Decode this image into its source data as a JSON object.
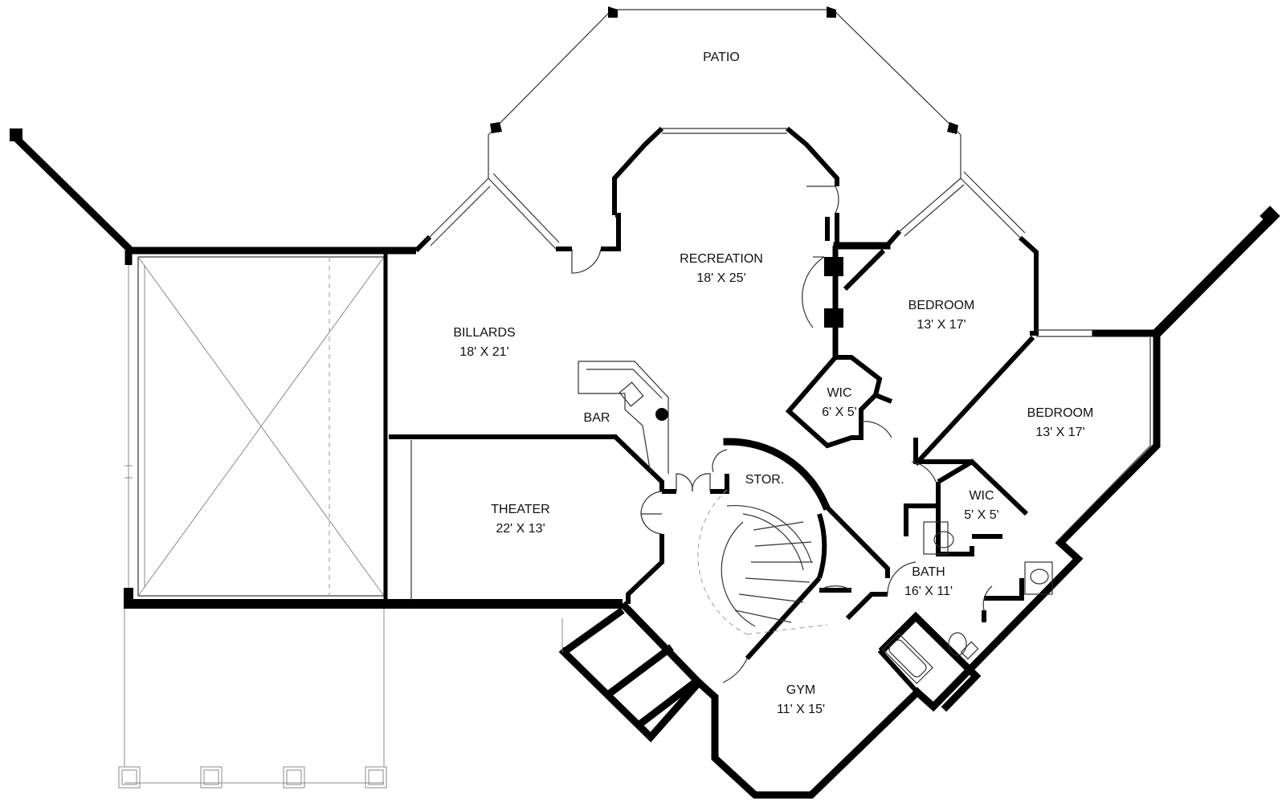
{
  "rooms": {
    "patio": {
      "name": "PATIO"
    },
    "recreation": {
      "name": "RECREATION",
      "size": "18' X 25'"
    },
    "billiards": {
      "name": "BILLARDS",
      "size": "18' X 21'"
    },
    "bar": {
      "name": "BAR"
    },
    "theater": {
      "name": "THEATER",
      "size": "22' X 13'"
    },
    "storage": {
      "name": "STOR."
    },
    "bedroom_1": {
      "name": "BEDROOM",
      "size": "13' X 17'"
    },
    "wic_1": {
      "name": "WIC",
      "size": "6' X 5'"
    },
    "bedroom_2": {
      "name": "BEDROOM",
      "size": "13' X 17'"
    },
    "wic_2": {
      "name": "WIC",
      "size": "5' X 5'"
    },
    "bath": {
      "name": "BATH",
      "size": "16' X 11'"
    },
    "gym": {
      "name": "GYM",
      "size": "11' X 15'"
    }
  }
}
